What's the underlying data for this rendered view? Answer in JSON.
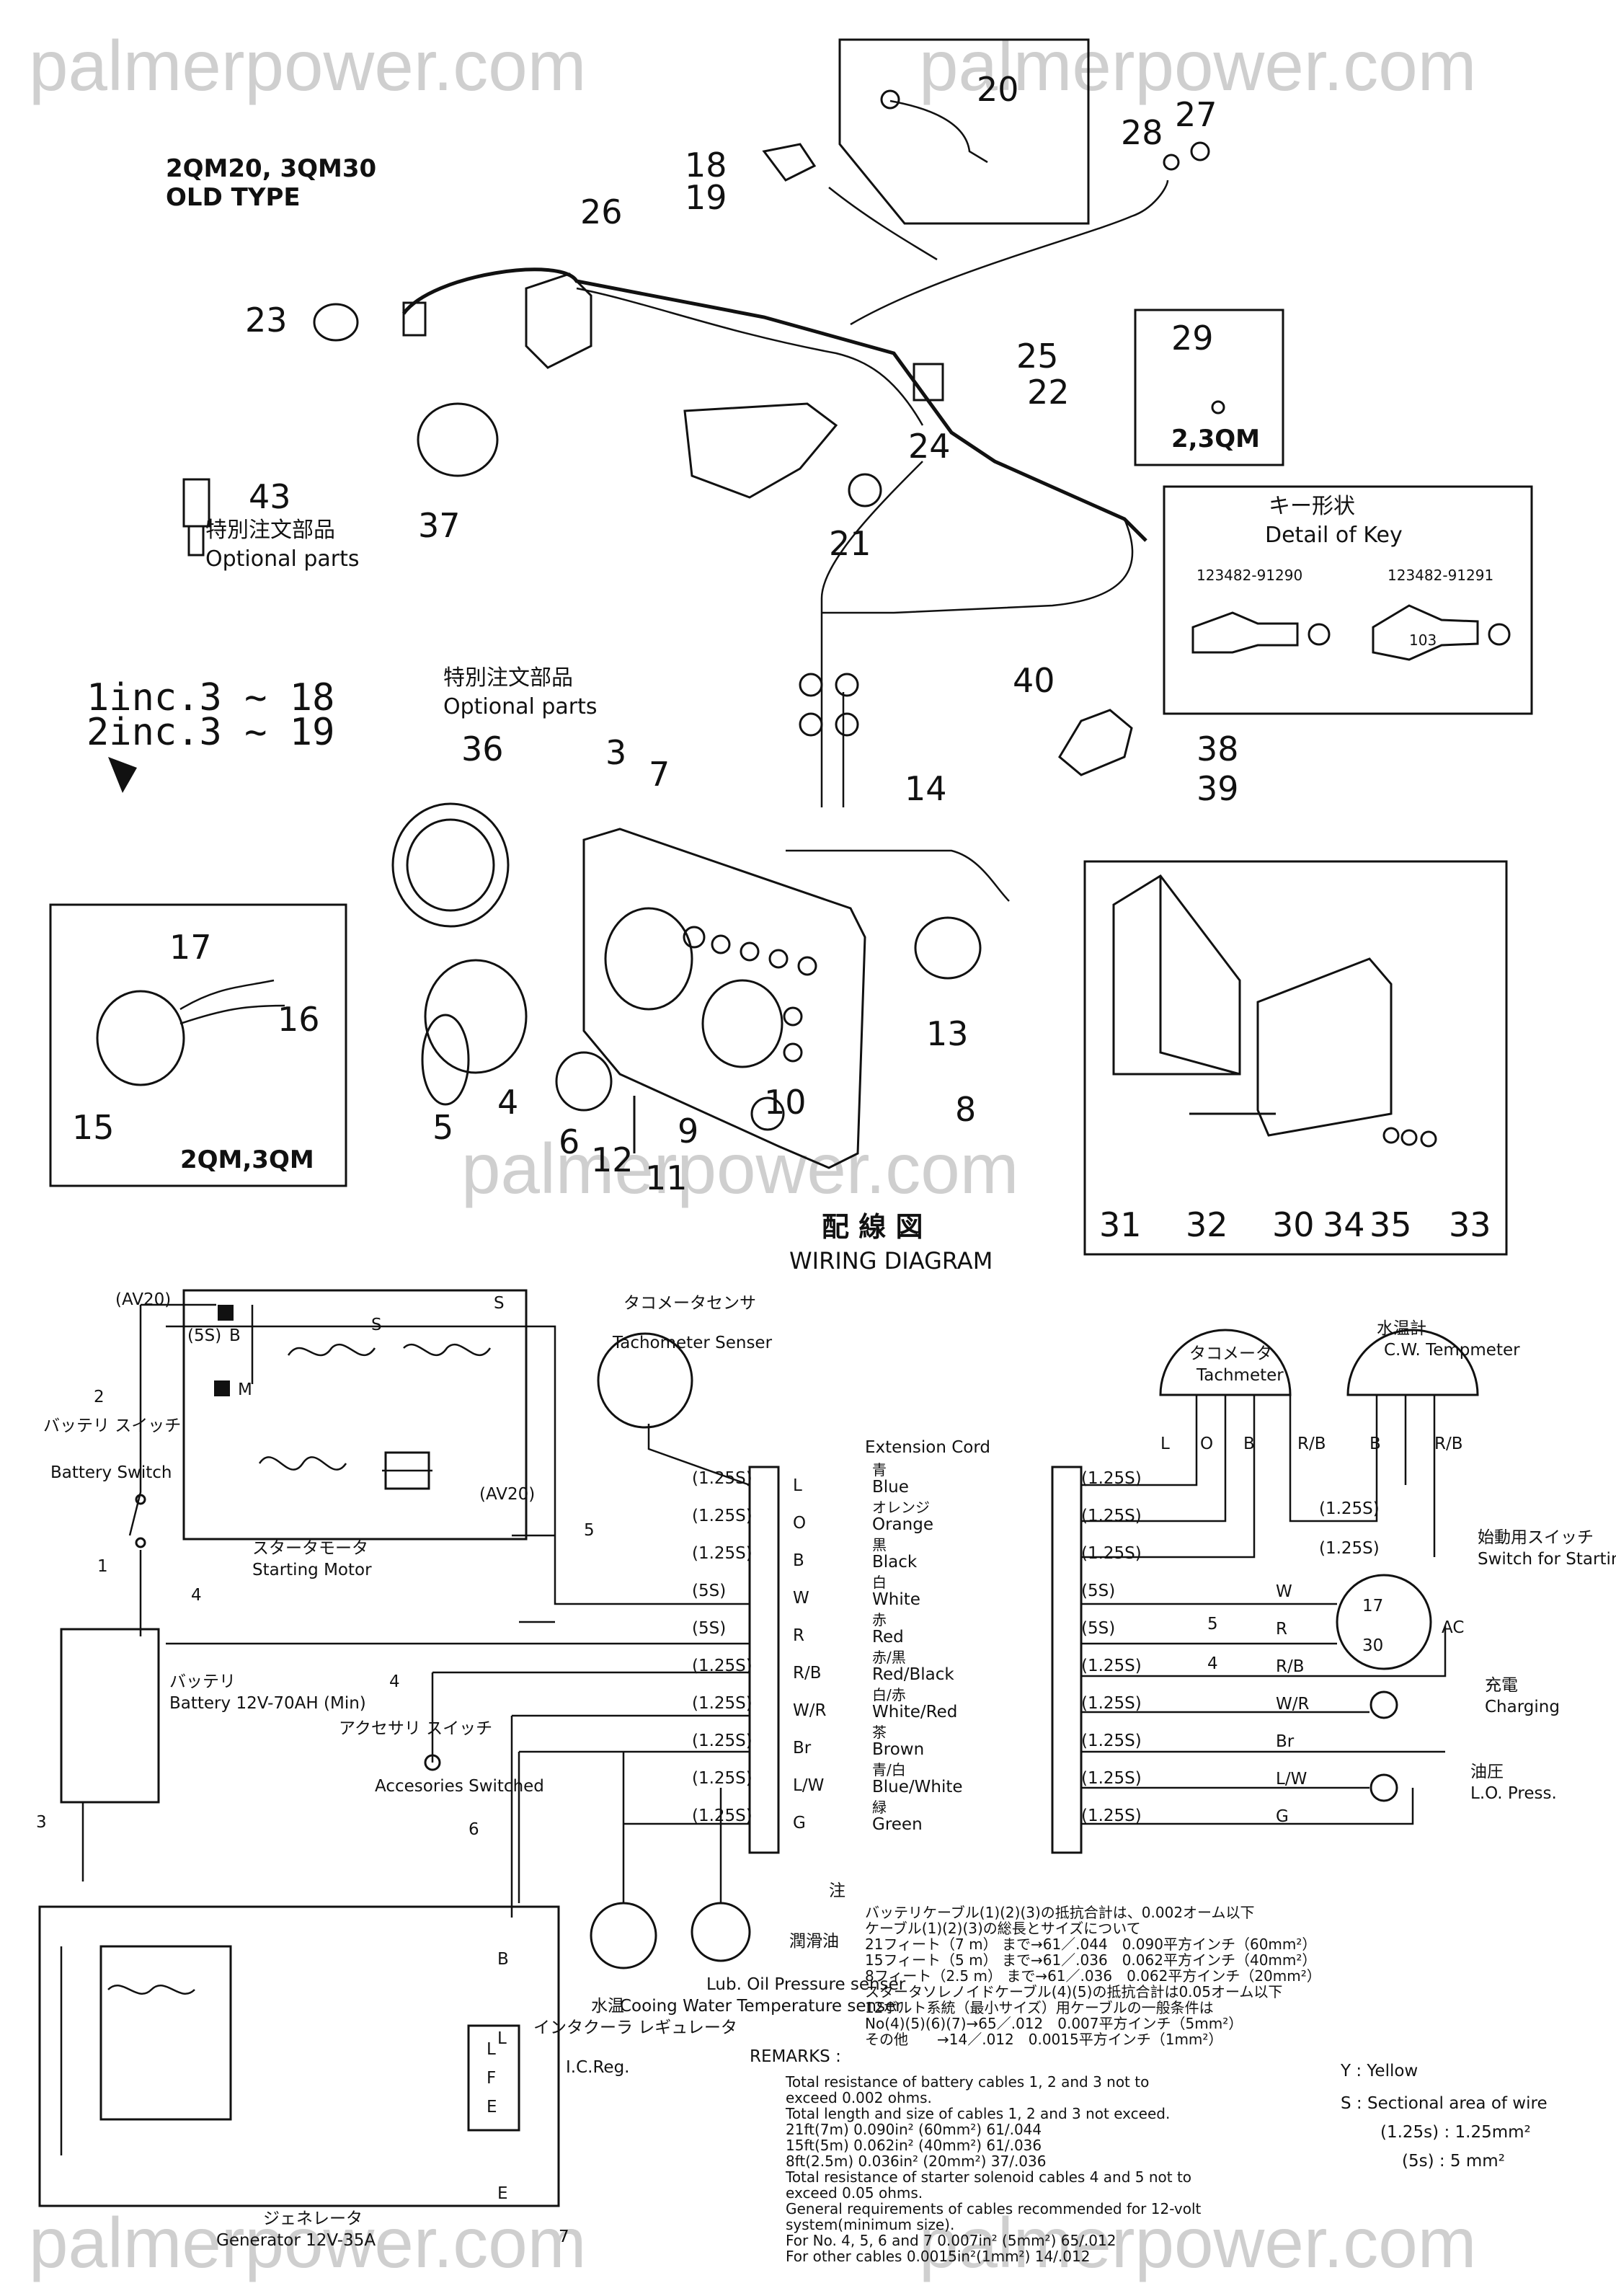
{
  "watermarks": [
    "palmerpower.com",
    "palmerpower.com",
    "palmerpower.com",
    "palmerpower.com"
  ],
  "header": {
    "model": "2QM20, 3QM30",
    "type": "OLD TYPE",
    "inc1": "1inc.3 ~ 18",
    "inc2": "2inc.3 ~ 19"
  },
  "optional_parts": {
    "jp": "特別注文部品",
    "en": "Optional parts"
  },
  "key_detail": {
    "jp": "キー形状",
    "en": "Detail of Key",
    "part_a": "123482-91290",
    "part_b": "123482-91291",
    "key_mark": "103"
  },
  "box_labels": {
    "qm_short": "2,3QM",
    "qm_long": "2QM,3QM"
  },
  "callouts": [
    "20",
    "28",
    "27",
    "18",
    "19",
    "26",
    "23",
    "25",
    "22",
    "29",
    "24",
    "43",
    "37",
    "21",
    "40",
    "36",
    "3",
    "7",
    "14",
    "38",
    "39",
    "17",
    "16",
    "15",
    "13",
    "5",
    "4",
    "6",
    "12",
    "11",
    "9",
    "10",
    "8",
    "31",
    "32",
    "30",
    "34",
    "35",
    "33"
  ],
  "wiring": {
    "title_jp": "配 線 図",
    "title_en": "WIRING DIAGRAM",
    "av20": "(AV20)",
    "av20b": "(AV20)",
    "five_s": "(5S)",
    "s": "S",
    "b": "B",
    "m": "M",
    "battery_switch_jp": "バッテリ スイッチ",
    "battery_switch_en": "Battery Switch",
    "starting_motor_jp": "スタータモータ",
    "starting_motor_en": "Starting Motor",
    "tacho_sensor_jp": "タコメータセンサ",
    "tacho_sensor_en": "Tachometer Senser",
    "extension_cord": "Extension Cord",
    "tachometer_jp": "タコメータ",
    "tachometer_en": "Tachmeter",
    "water_temp_jp": "水温計",
    "water_temp_en": "C.W. Tempmeter",
    "battery_jp": "バッテリ",
    "battery_en": "Battery 12V-70AH (Min)",
    "accessories_jp": "アクセサリ スイッチ",
    "accessories_en": "Accesories Switched",
    "switch_start_jp": "始動用スイッチ",
    "switch_start_en": "Switch for Starting",
    "charging_jp": "充電",
    "charging_en": "Charging",
    "oil_press_jp": "油圧",
    "oil_press_en": "L.O. Press.",
    "cooling_jp": "水温",
    "cooling_en": "Cooing Water Temperature senser",
    "lub_jp": "潤滑油",
    "lub_en": "Lub. Oil Pressure senser",
    "ic_reg_jp": "インタクーラ レギュレータ",
    "ic_reg_en": "I.C.Reg.",
    "generator_jp": "ジェネレータ",
    "generator_en": "Generator 12V-35A",
    "switch_terms": [
      "17",
      "30",
      "AC"
    ],
    "lfe": [
      "L",
      "F",
      "E"
    ],
    "gen_terms": [
      "B",
      "L",
      "E"
    ],
    "wire_nums": [
      "2",
      "1",
      "4",
      "3",
      "5",
      "4",
      "6",
      "7"
    ],
    "rows": [
      {
        "code": "L",
        "size": "(1.25S)",
        "jp": "青",
        "en": "Blue"
      },
      {
        "code": "O",
        "size": "(1.25S)",
        "jp": "オレンジ",
        "en": "Orange"
      },
      {
        "code": "B",
        "size": "(1.25S)",
        "jp": "黒",
        "en": "Black"
      },
      {
        "code": "W",
        "size": "(5S)",
        "jp": "白",
        "en": "White"
      },
      {
        "code": "R",
        "size": "(5S)",
        "jp": "赤",
        "en": "Red"
      },
      {
        "code": "R/B",
        "size": "(1.25S)",
        "jp": "赤/黒",
        "en": "Red/Black"
      },
      {
        "code": "W/R",
        "size": "(1.25S)",
        "jp": "白/赤",
        "en": "White/Red"
      },
      {
        "code": "Br",
        "size": "(1.25S)",
        "jp": "茶",
        "en": "Brown"
      },
      {
        "code": "L/W",
        "size": "(1.25S)",
        "jp": "青/白",
        "en": "Blue/White"
      },
      {
        "code": "G",
        "size": "(1.25S)",
        "jp": "緑",
        "en": "Green"
      }
    ],
    "right_codes": [
      "L",
      "O",
      "B",
      "R/B",
      "B",
      "R/B"
    ],
    "right_labels": [
      "W",
      "R",
      "R/B",
      "W/R",
      "Br",
      "L/W",
      "G"
    ],
    "right_sizes": [
      "(1.25S)",
      "(1.25S)",
      "(1.25S)",
      "(5S)",
      "(5S)",
      "(1.25S)",
      "(1.25S)",
      "(1.25S)",
      "(1.25S)",
      "(1.25S)"
    ],
    "extra_sizes": [
      "(1.25S)",
      "(1.25S)",
      "(1.25S)",
      "(1.25S)"
    ],
    "arrow_5": "5",
    "arrow_4": "4"
  },
  "notes_jp": {
    "head": "注",
    "lines": [
      "バッテリケーブル(1)(2)(3)の抵抗合計は、0.002オーム以下",
      "ケーブル(1)(2)(3)の総長とサイズについて",
      "21フィート（7 m） まで→61／.044　0.090平方インチ（60mm²）",
      "15フィート（5 m） まで→61／.036　0.062平方インチ（40mm²）",
      "8フィート（2.5 m） まで→61／.036　0.062平方インチ（20mm²）",
      "スタータソレノイドケーブル(4)(5)の抵抗合計は0.05オーム以下",
      "12ボルト系統（最小サイズ）用ケーブルの一般条件は",
      "No(4)(5)(6)(7)→65／.012　0.007平方インチ（5mm²）",
      "その他　　→14／.012　0.0015平方インチ（1mm²）"
    ]
  },
  "remarks": {
    "head": "REMARKS :",
    "lines": [
      "Total resistance of battery cables 1, 2 and 3 not to",
      "exceed 0.002 ohms.",
      "Total length and size of cables 1, 2 and 3 not exceed.",
      "21ft(7m)        0.090in² (60mm²)        61/.044",
      "15ft(5m)        0.062in² (40mm²)        61/.036",
      "8ft(2.5m)       0.036in² (20mm²)        37/.036",
      "Total resistance of starter solenoid cables 4 and 5 not to",
      "exceed 0.05 ohms.",
      "General requirements of cables recommended for 12-volt",
      "system(minimum size).",
      "For No. 4, 5, 6 and 7        0.007in² (5mm²)        65/.012",
      "For other cables             0.0015in²(1mm²)        14/.012"
    ]
  },
  "legend": {
    "y": "Y : Yellow",
    "s": "S : Sectional area of wire",
    "s125": "(1.25s) : 1.25mm²",
    "s5": "(5s) : 5 mm²"
  }
}
